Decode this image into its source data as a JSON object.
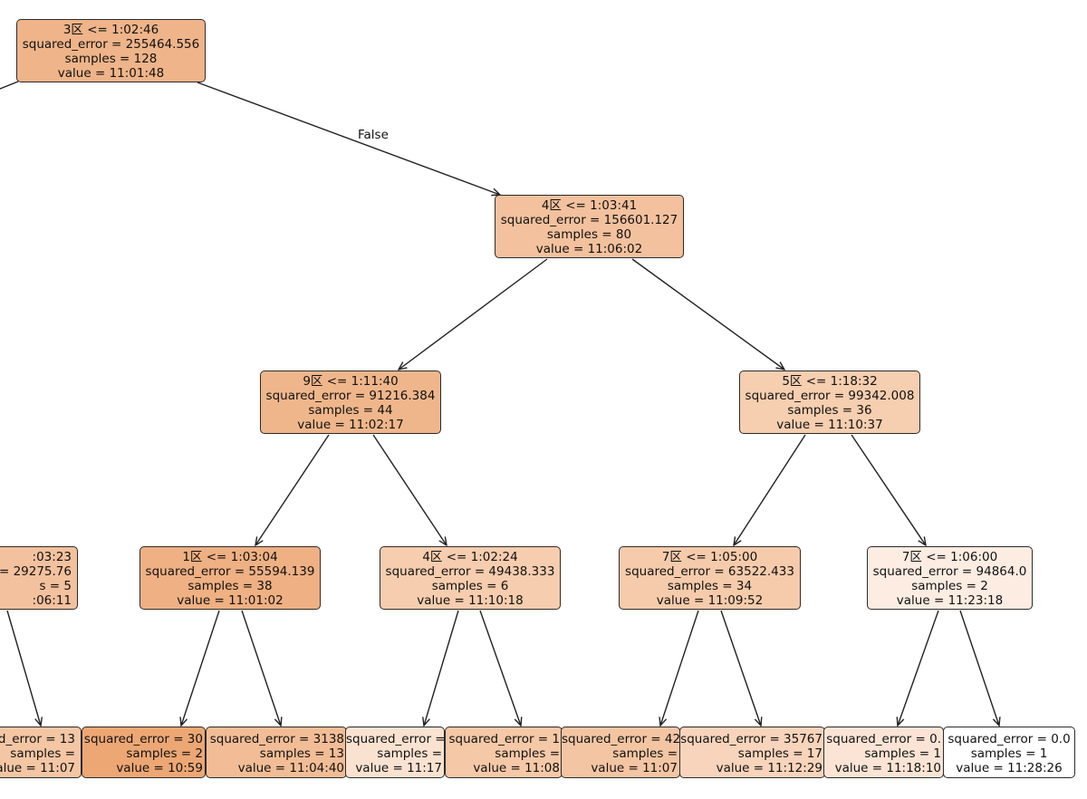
{
  "edge_label": "False",
  "nodes": {
    "root": {
      "split": "3区 <= 1:02:46",
      "error": "squared_error = 255464.556",
      "samples": "samples = 128",
      "value": "value = 11:01:48",
      "color": "#efb489"
    },
    "n4a": {
      "split": "4区 <= 1:03:41",
      "error": "squared_error = 156601.127",
      "samples": "samples = 80",
      "value": "value = 11:06:02",
      "color": "#f3c19d"
    },
    "n9": {
      "split": "9区 <= 1:11:40",
      "error": "squared_error = 91216.384",
      "samples": "samples = 44",
      "value": "value = 11:02:17",
      "color": "#f0b68b"
    },
    "n5": {
      "split": "5区 <= 1:18:32",
      "error": "squared_error = 99342.008",
      "samples": "samples = 36",
      "value": "value = 11:10:37",
      "color": "#f6ceb0"
    },
    "lc": {
      "split": ":03:23",
      "error": "= 29275.76",
      "samples": "s = 5",
      "value": ":06:11",
      "color": "#f3c19e"
    },
    "n1": {
      "split": "1区 <= 1:03:04",
      "error": "squared_error = 55594.139",
      "samples": "samples = 38",
      "value": "value = 11:01:02",
      "color": "#efb083"
    },
    "n4b": {
      "split": "4区 <= 1:02:24",
      "error": "squared_error = 49438.333",
      "samples": "samples = 6",
      "value": "value = 11:10:18",
      "color": "#f6cdae"
    },
    "n7a": {
      "split": "7区 <= 1:05:00",
      "error": "squared_error = 63522.433",
      "samples": "samples = 34",
      "value": "value = 11:09:52",
      "color": "#f5cbab"
    },
    "n7b": {
      "split": "7区 <= 1:06:00",
      "error": "squared_error = 94864.0",
      "samples": "samples = 2",
      "value": "value = 11:23:18",
      "color": "#fcece2"
    },
    "l1": {
      "error": "ed_error = 13",
      "samples": "samples =",
      "value": "alue = 11:07",
      "color": "#f4c6a4"
    },
    "l2": {
      "error": "squared_error = 30",
      "samples": "samples = 2",
      "value": "value = 10:59",
      "color": "#eda774"
    },
    "l3": {
      "error": "squared_error = 3138",
      "samples": "samples = 13",
      "value": "value = 11:04:40",
      "color": "#f2bd96"
    },
    "l4": {
      "error": "squared_error =",
      "samples": "samples =",
      "value": "value = 11:17",
      "color": "#fae2d1"
    },
    "l5": {
      "error": "squared_error = 1",
      "samples": "samples =",
      "value": "value = 11:08",
      "color": "#f5c8a7"
    },
    "l6": {
      "error": "squared_error = 42",
      "samples": "samples =",
      "value": "value = 11:07",
      "color": "#f4c5a3"
    },
    "l7": {
      "error": "squared_error = 35767",
      "samples": "samples = 17",
      "value": "value = 11:12:29",
      "color": "#f7d4bb"
    },
    "l8": {
      "error": "squared_error = 0.",
      "samples": "samples = 1",
      "value": "value = 11:18:10",
      "color": "#fbe4d5"
    },
    "l9": {
      "error": "squared_error = 0.0",
      "samples": "samples = 1",
      "value": "value = 11:28:26",
      "color": "#ffffff"
    }
  }
}
